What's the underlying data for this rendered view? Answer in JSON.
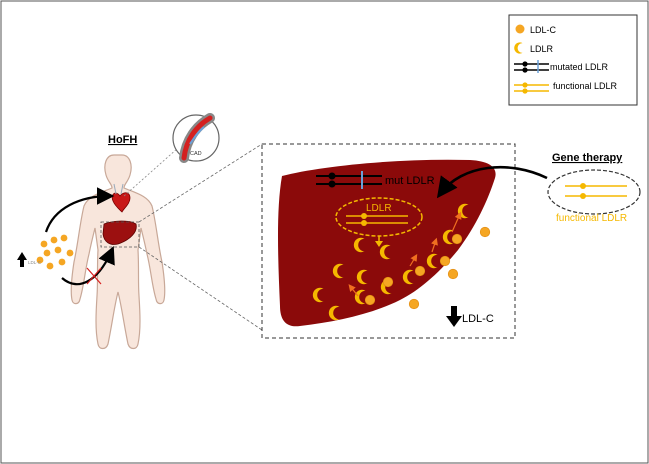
{
  "legend": {
    "ldl_c": "LDL-C",
    "ldlr": "LDLR",
    "mutated_ldlr": "mutated  LDLR",
    "functional_ldlr": "functional LDLR"
  },
  "body": {
    "title": "HoFH",
    "ldlc_label": "LDL-C",
    "cad_label": "CAD"
  },
  "liver": {
    "mut_label": "mut LDLR",
    "ldlr_label": "LDLR",
    "ldlc_down_label": "LDL-C"
  },
  "therapy": {
    "title": "Gene therapy",
    "functional_label": "functional LDLR"
  },
  "colors": {
    "liver": "#8b0a0a",
    "gold": "#f5b800",
    "orange_ball": "#f0a020",
    "dark": "#000000",
    "skin": "#f8e6dc",
    "mutation_mark": "#6aa0d8"
  }
}
